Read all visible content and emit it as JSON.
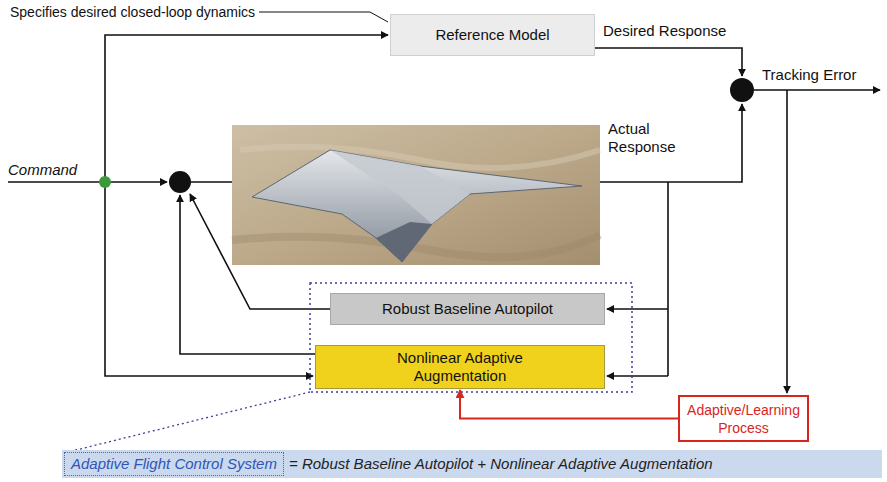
{
  "diagram": {
    "nodes": [
      {
        "text": [
          "Reference Model"
        ]
      },
      {
        "text": [
          "Robust Baseline Autopilot"
        ]
      },
      {
        "text": [
          "Nonlinear Adaptive Augmentation"
        ]
      },
      {
        "text": [
          "Adaptive/Learning Process"
        ]
      },
      {
        "text": [
          "= Robust Baseline Autopilot + Nonlinear Adaptive Augmentation"
        ]
      },
      {
        "text": [
          "Adaptive Flight Control System"
        ],
        "in": 4
      }
    ],
    "edges": [
      {
        "from": 3,
        "to": 2,
        "arrow": "to"
      }
    ],
    "labels": [
      "Specifies desired closed-loop dynamics",
      "Desired Response",
      "Tracking Error",
      "Command",
      "Actual Response"
    ]
  }
}
